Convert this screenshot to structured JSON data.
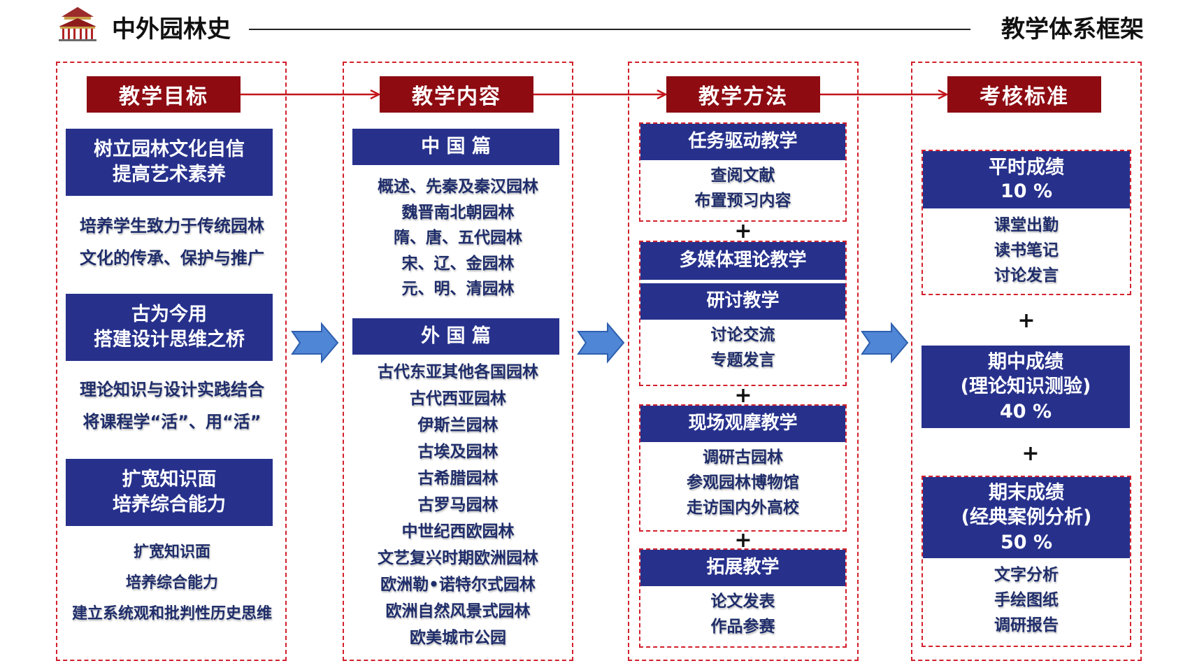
{
  "header": {
    "course_title": "中外园林史",
    "framework_title": "教学体系框架",
    "logo_icon": "pavilion-icon"
  },
  "colors": {
    "stage_red": "#8e0b12",
    "navy": "#27318c",
    "dash_red": "#d2202c",
    "arrow_blue": "#4f86d6"
  },
  "objectives": {
    "title": "教学目标",
    "goal1": {
      "lines": [
        "树立园林文化自信",
        "提高艺术素养"
      ],
      "details": [
        "培养学生致力于传统园林",
        "文化的传承、保护与推广"
      ]
    },
    "goal2": {
      "lines": [
        "古为今用",
        "搭建设计思维之桥"
      ],
      "details": [
        "理论知识与设计实践结合",
        "将课程学“活”、用“活”"
      ]
    },
    "goal3": {
      "lines": [
        "扩宽知识面",
        "培养综合能力"
      ],
      "details": [
        "扩宽知识面",
        "培养综合能力",
        "建立系统观和批判性历史思维"
      ]
    }
  },
  "content": {
    "title": "教学内容",
    "china": {
      "label": "中 国 篇",
      "items": [
        "概述、先秦及秦汉园林",
        "魏晋南北朝园林",
        "隋、唐、五代园林",
        "宋、辽、金园林",
        "元、明、清园林"
      ]
    },
    "foreign": {
      "label": "外 国 篇",
      "items": [
        "古代东亚其他各国园林",
        "古代西亚园林",
        "伊斯兰园林",
        "古埃及园林",
        "古希腊园林",
        "古罗马园林",
        "中世纪西欧园林",
        "文艺复兴时期欧洲园林",
        "欧洲勒•诺特尔式园林",
        "欧洲自然风景式园林",
        "欧美城市公园"
      ]
    }
  },
  "methods": {
    "title": "教学方法",
    "plus": "+",
    "task": {
      "label": "任务驱动教学",
      "items": [
        "查阅文献",
        "布置预习内容"
      ]
    },
    "multimedia": {
      "label": "多媒体理论教学"
    },
    "seminar": {
      "label": "研讨教学",
      "items": [
        "讨论交流",
        "专题发言"
      ]
    },
    "field": {
      "label": "现场观摩教学",
      "items": [
        "调研古园林",
        "参观园林博物馆",
        "走访国内外高校"
      ]
    },
    "extension": {
      "label": "拓展教学",
      "items": [
        "论文发表",
        "作品参赛"
      ]
    }
  },
  "assessment": {
    "title": "考核标准",
    "plus": "+",
    "regular": {
      "lines": [
        "平时成绩",
        "10 %"
      ],
      "items": [
        "课堂出勤",
        "读书笔记",
        "讨论发言"
      ]
    },
    "midterm": {
      "lines": [
        "期中成绩",
        "(理论知识测验)",
        "40 %"
      ]
    },
    "final": {
      "lines": [
        "期末成绩",
        "(经典案例分析)",
        "50 %"
      ],
      "items": [
        "文字分析",
        "手绘图纸",
        "调研报告"
      ]
    }
  }
}
